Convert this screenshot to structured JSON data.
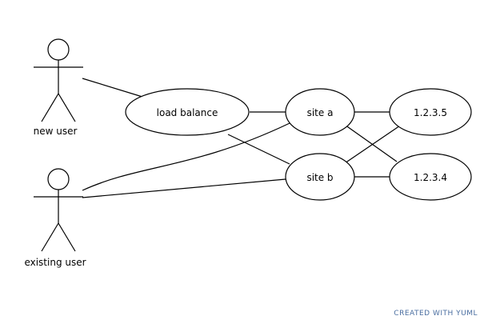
{
  "diagram": {
    "actors": [
      {
        "id": "new-user",
        "label": "new user"
      },
      {
        "id": "existing-user",
        "label": "existing user"
      }
    ],
    "use_cases": [
      {
        "id": "load-balance",
        "label": "load balance"
      },
      {
        "id": "site-a",
        "label": "site a"
      },
      {
        "id": "site-b",
        "label": "site b"
      },
      {
        "id": "ip-1235",
        "label": "1.2.3.5"
      },
      {
        "id": "ip-1234",
        "label": "1.2.3.4"
      }
    ],
    "connections": [
      {
        "from": "new-user",
        "to": "load-balance"
      },
      {
        "from": "load-balance",
        "to": "site-a"
      },
      {
        "from": "load-balance",
        "to": "site-b"
      },
      {
        "from": "existing-user",
        "to": "site-a"
      },
      {
        "from": "existing-user",
        "to": "site-b"
      },
      {
        "from": "site-a",
        "to": "ip-1235"
      },
      {
        "from": "site-a",
        "to": "ip-1234"
      },
      {
        "from": "site-b",
        "to": "ip-1235"
      },
      {
        "from": "site-b",
        "to": "ip-1234"
      }
    ]
  },
  "footer": {
    "watermark": "CREATED WITH YUML"
  }
}
